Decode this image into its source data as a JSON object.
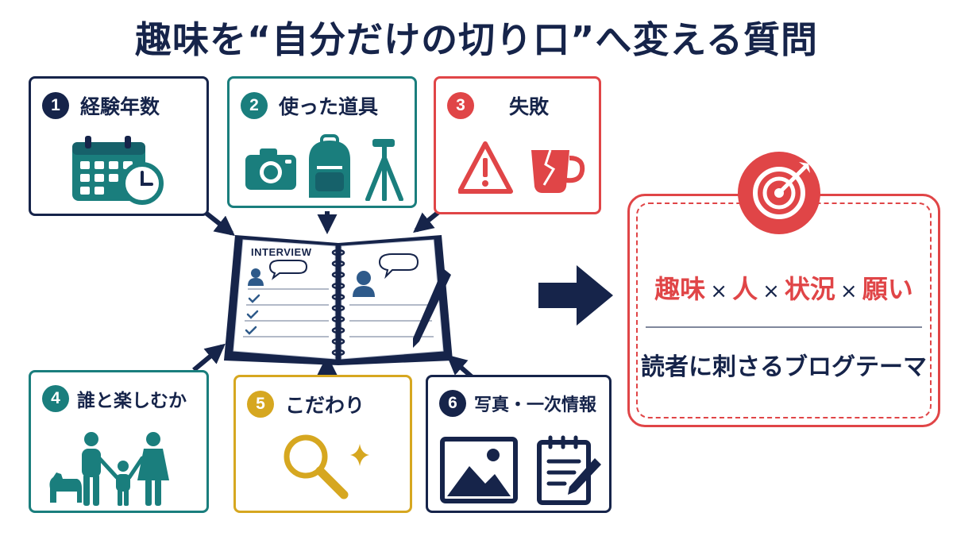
{
  "title": "趣味を“自分だけの切り口”へ変える質問",
  "cards": [
    {
      "num": "1",
      "label": "経験年数",
      "icon": "calendar-clock-icon"
    },
    {
      "num": "2",
      "label": "使った道具",
      "icon": "camera-backpack-tripod-icon"
    },
    {
      "num": "3",
      "label": "失敗",
      "icon": "warning-broken-cup-icon"
    },
    {
      "num": "4",
      "label": "誰と楽しむか",
      "icon": "family-dog-icon"
    },
    {
      "num": "5",
      "label": "こだわり",
      "icon": "magnifier-sparkle-icon"
    },
    {
      "num": "6",
      "label": "写真・一次情報",
      "icon": "photo-notepad-icon"
    }
  ],
  "notebook": {
    "header": "INTERVIEW"
  },
  "result": {
    "terms": [
      "趣味",
      "人",
      "状況",
      "願い"
    ],
    "separator": "×",
    "theme": "読者に刺さるブログテーマ"
  },
  "colors": {
    "navy": "#16244a",
    "teal": "#1a7e7d",
    "red": "#e04547",
    "gold": "#d6a720"
  }
}
